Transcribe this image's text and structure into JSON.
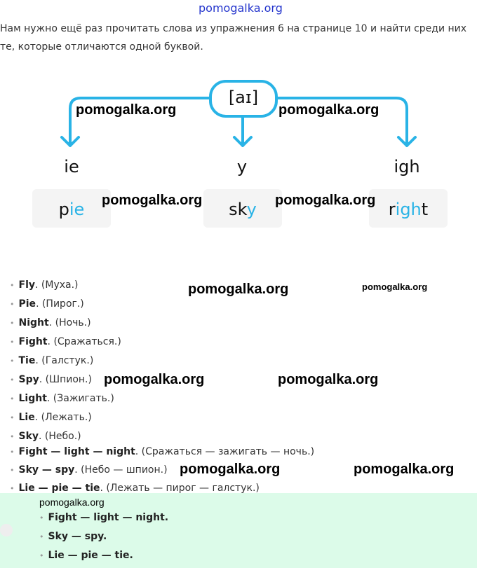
{
  "watermark_top": "pomogalka.org",
  "watermark": "pomogalka.org",
  "intro": "Нам нужно ещё раз прочитать слова из упражнения 6 на странице 10 и найти среди них те, которые отличаются одной буквой.",
  "diagram": {
    "sound": "[aɪ]",
    "branches": [
      {
        "label": "ie",
        "word_pre": "p",
        "word_hl": "ie",
        "word_post": ""
      },
      {
        "label": "y",
        "word_pre": "sk",
        "word_hl": "y",
        "word_post": ""
      },
      {
        "label": "igh",
        "word_pre": "r",
        "word_hl": "igh",
        "word_post": "t"
      }
    ],
    "accent": "#29b3e6"
  },
  "words": [
    {
      "en": "Fly",
      "ru": ". (Муха.)"
    },
    {
      "en": "Pie",
      "ru": ". (Пирог.)"
    },
    {
      "en": "Night",
      "ru": ". (Ночь.)"
    },
    {
      "en": "Fight",
      "ru": ". (Сражаться.)"
    },
    {
      "en": "Tie",
      "ru": ". (Галстук.)"
    },
    {
      "en": "Spy",
      "ru": ". (Шпион.)"
    },
    {
      "en": "Light",
      "ru": ". (Зажигать.)"
    },
    {
      "en": "Lie",
      "ru": ". (Лежать.)"
    },
    {
      "en": "Sky",
      "ru": ". (Небо.)"
    }
  ],
  "groups": [
    {
      "en": "Fight — light — night",
      "ru": ". (Сражаться — зажигать — ночь.)"
    },
    {
      "en": "Sky — spy",
      "ru": ". (Небо — шпион.)"
    },
    {
      "en": "Lie — pie — tie",
      "ru": ". (Лежать — пирог — галстук.)"
    }
  ],
  "answer": [
    "Fight — light — night.",
    "Sky — spy.",
    "Lie — pie — tie."
  ]
}
